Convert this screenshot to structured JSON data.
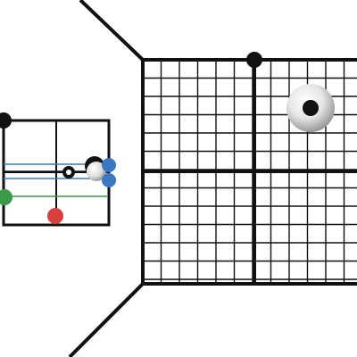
{
  "scene": {
    "type": "3d-room-with-grid-walls",
    "background_color": "#ffffff",
    "line_color": "#111111",
    "walls": {
      "back": {
        "name": "back-wall-grid",
        "divisions": 12,
        "major_every": 6
      },
      "side": {
        "name": "side-panel-grid",
        "divisions": 2
      }
    },
    "balls": [
      {
        "name": "white-ball",
        "color": "#d9d9d9",
        "highlight": "#ffffff",
        "pupil_color": "#111111"
      },
      {
        "name": "black-ball-top",
        "color": "#111111"
      },
      {
        "name": "black-ball-left",
        "color": "#111111"
      },
      {
        "name": "ring-ball",
        "color": "#111111"
      },
      {
        "name": "gray-ball",
        "color": "#cfcfcf"
      },
      {
        "name": "blue-ball-upper",
        "color": "#3a78c2"
      },
      {
        "name": "blue-ball-lower",
        "color": "#3a78c2"
      },
      {
        "name": "green-ball",
        "color": "#3a9a4a"
      },
      {
        "name": "red-ball",
        "color": "#d84040"
      }
    ],
    "trails": [
      {
        "name": "blue-trail-1",
        "color": "#3a78c2"
      },
      {
        "name": "blue-trail-2",
        "color": "#3a78c2"
      },
      {
        "name": "black-trail",
        "color": "#111111"
      },
      {
        "name": "green-trail",
        "color": "#3a9a4a"
      }
    ]
  }
}
